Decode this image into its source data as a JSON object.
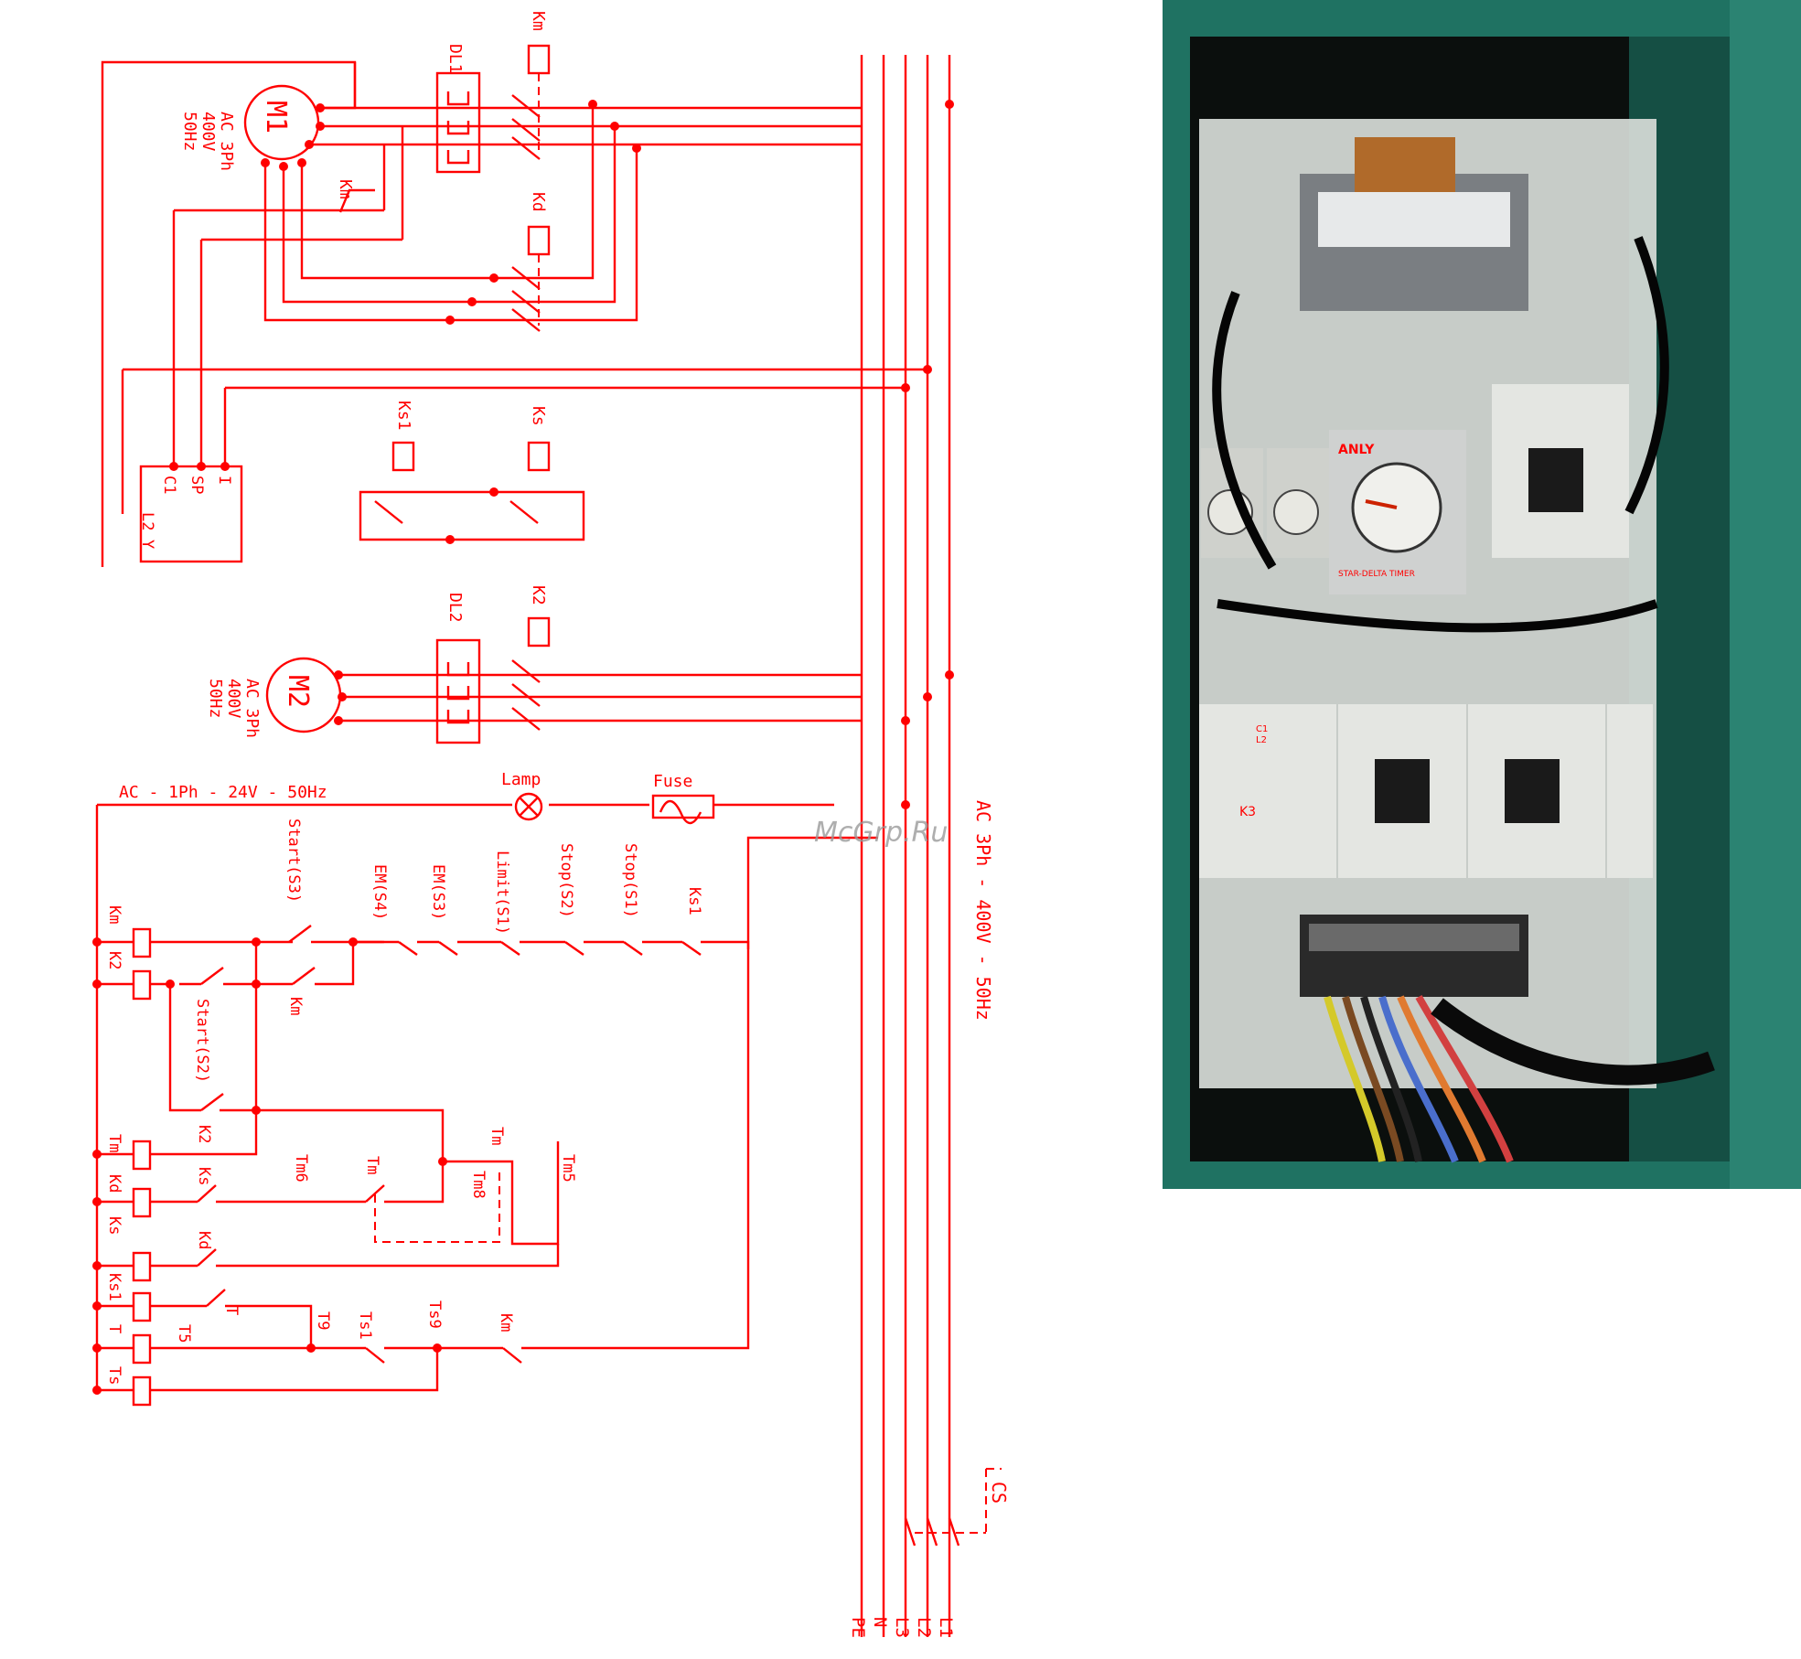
{
  "colors": {
    "wire": "#ff0000",
    "cabinet": "#1f7060",
    "background": "#ffffff"
  },
  "motor1": {
    "name": "M1",
    "spec": [
      "AC 3Ph",
      "400V",
      "50Hz"
    ]
  },
  "motor2": {
    "name": "M2",
    "spec": [
      "AC 3Ph",
      "400V",
      "50Hz"
    ]
  },
  "overloads": [
    "DL1",
    "DL2"
  ],
  "contactors": [
    "Km",
    "Kd",
    "Ks",
    "Ks1",
    "K2"
  ],
  "control_box": {
    "terminals": [
      "C1",
      "SP",
      "I",
      "L2",
      "Y"
    ]
  },
  "control_supply": "AC - 1Ph - 24V - 50Hz",
  "lamp": "Lamp",
  "fuse": "Fuse",
  "main_supply": "AC 3Ph - 400V - 50Hz",
  "watermark": "McGrp.Ru",
  "main_switch": "CS",
  "lines": [
    "PE",
    "N",
    "L3",
    "L2",
    "L1"
  ],
  "buttons": [
    "Start(S3)",
    "EM(S4)",
    "EM(S3)",
    "Limit(S1)",
    "Stop(S2)",
    "Stop(S1)",
    "Start(S2)"
  ],
  "contacts": [
    "Ks1",
    "Km",
    "K2",
    "Ks",
    "Kd",
    "T",
    "Tm",
    "Tm6",
    "Tm8",
    "Tm5",
    "T5",
    "T9",
    "Ts1",
    "Ts9",
    "Km"
  ],
  "coils": [
    "Km",
    "K2",
    "Tm",
    "Kd",
    "Ks",
    "Ks1",
    "T",
    "Ts"
  ],
  "photo_labels": {
    "timer_brand": "ANLY",
    "timer_label": "STAR-DELTA TIMER",
    "contactor": "K3",
    "contactor_term_1": "C1",
    "contactor_term_2": "L2"
  }
}
